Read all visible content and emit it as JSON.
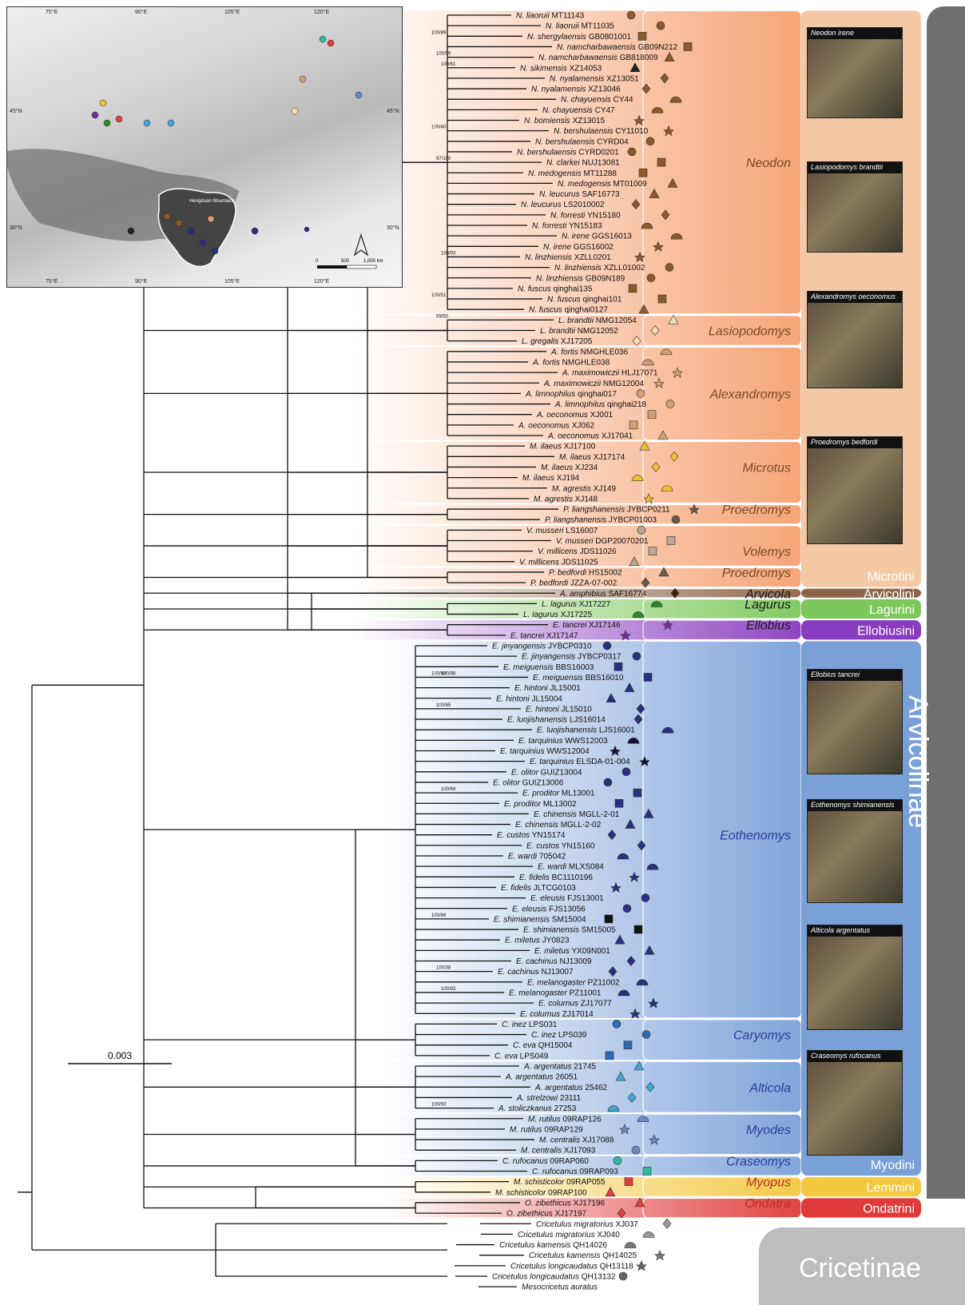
{
  "scale_bar": "0.003",
  "subfamilies": [
    "Arvicolinae",
    "Cricetinae"
  ],
  "map": {
    "lon_ticks": [
      "75°E",
      "90°E",
      "105°E",
      "120°E"
    ],
    "lat_ticks": [
      "45°N",
      "30°N"
    ],
    "region_label": "Hengduan Mountains",
    "scale_labels": [
      "0",
      "500",
      "1,000 km"
    ]
  },
  "photos": [
    "Neodon irene",
    "Lasiopodomys brandtii",
    "Alexandromys oeconomus",
    "Proedromys bedfordi",
    "Ellobius tancrei",
    "Eothenomys shimianensis",
    "Alticola argentatus",
    "Craseomys rufocanus"
  ],
  "clades": [
    {
      "genus": "Neodon",
      "color": "#f5a070"
    },
    {
      "genus": "Lasiopodomys",
      "color": "#f5a070"
    },
    {
      "genus": "Alexandromys",
      "color": "#f5a070"
    },
    {
      "genus": "Microtus",
      "color": "#f5a070"
    },
    {
      "genus": "Proedromys",
      "color": "#f5a070"
    },
    {
      "genus": "Volemys",
      "color": "#f5a070"
    },
    {
      "genus": "Proedromys",
      "color": "#f5a070"
    },
    {
      "genus": "Arvicola",
      "color": "#8d6448"
    },
    {
      "genus": "Lagurus",
      "color": "#7cc85a"
    },
    {
      "genus": "Ellobius",
      "color": "#8a3cc0"
    },
    {
      "genus": "Eothenomys",
      "color": "#7aa0d8"
    },
    {
      "genus": "Caryomys",
      "color": "#7aa0d8"
    },
    {
      "genus": "Alticola",
      "color": "#7aa0d8"
    },
    {
      "genus": "Myodes",
      "color": "#7aa0d8"
    },
    {
      "genus": "Craseomys",
      "color": "#7aa0d8"
    },
    {
      "genus": "Myopus",
      "color": "#f2c840"
    },
    {
      "genus": "Ondatra",
      "color": "#e03a3a"
    }
  ],
  "tribes": [
    "Microtini",
    "Arvicolini",
    "Lagurini",
    "Ellobiusini",
    "Myodini",
    "Lemmini",
    "Ondatrini"
  ],
  "tips": [
    [
      "N. liaoruii",
      "MT11143",
      "#8b5a2b"
    ],
    [
      "N. liaoruii",
      "MT11035",
      "#8b5a2b"
    ],
    [
      "N. shergylaensis",
      "GB0801001",
      "#8b5a2b"
    ],
    [
      "N. namcharbawaensis",
      "GB09N212",
      "#8b5a2b"
    ],
    [
      "N. namcharbawaensis",
      "GB818009",
      "#8b5a2b"
    ],
    [
      "N. sikimensis",
      "XZ14053",
      "#222222"
    ],
    [
      "N. nyalamensis",
      "XZ13051",
      "#8b5a2b"
    ],
    [
      "N. nyalamensis",
      "XZ13046",
      "#8b5a2b"
    ],
    [
      "N. chayuensis",
      "CY44",
      "#8b5a2b"
    ],
    [
      "N. chayuensis",
      "CY47",
      "#8b5a2b"
    ],
    [
      "N. bomiensis",
      "XZ13015",
      "#8b5a2b"
    ],
    [
      "N. bershulaensis",
      "CY11010",
      "#8b5a2b"
    ],
    [
      "N. bershulaensis",
      "CYRD04",
      "#8b5a2b"
    ],
    [
      "N. bershulaensis",
      "CYRD0201",
      "#8b5a2b"
    ],
    [
      "N. clarkei",
      "NUJ13081",
      "#8b5a2b"
    ],
    [
      "N. medogensis",
      "MT11288",
      "#8b5a2b"
    ],
    [
      "N. medogensis",
      "MT01009",
      "#8b5a2b"
    ],
    [
      "N. leucurus",
      "SAF16773",
      "#8b5a2b"
    ],
    [
      "N. leucurus",
      "LS2010002",
      "#8b5a2b"
    ],
    [
      "N. forresti",
      "YN15180",
      "#8b5a2b"
    ],
    [
      "N. forresti",
      "YN15183",
      "#8b5a2b"
    ],
    [
      "N. irene",
      "GGS16013",
      "#8b5a2b"
    ],
    [
      "N. irene",
      "GGS16002",
      "#8b5a2b"
    ],
    [
      "N. linzhiensis",
      "XZLL0201",
      "#8b5a2b"
    ],
    [
      "N. linzhiensis",
      "XZLL01002",
      "#8b5a2b"
    ],
    [
      "N. linzhiensis",
      "GB09N189",
      "#8b5a2b"
    ],
    [
      "N. fuscus",
      "qinghai135",
      "#8b5a2b"
    ],
    [
      "N. fuscus",
      "qinghai101",
      "#8b5a2b"
    ],
    [
      "N. fuscus",
      "qinghai0127",
      "#8b5a2b"
    ],
    [
      "L. brandtii",
      "NMG12054",
      "#f5deb3"
    ],
    [
      "L. brandtii",
      "NMG12052",
      "#f5deb3"
    ],
    [
      "L. gregalis",
      "XJ17205",
      "#f5deb3"
    ],
    [
      "A. fortis",
      "NMGHLE036",
      "#d2a070"
    ],
    [
      "A. fortis",
      "NMGHLE038",
      "#d2a070"
    ],
    [
      "A. maximowiczii",
      "HLJ17071",
      "#d2a070"
    ],
    [
      "A. maximowiczii",
      "NMG12004",
      "#d2a070"
    ],
    [
      "A. limnophilus",
      "qinghai017",
      "#d2a070"
    ],
    [
      "A. limnophilus",
      "qinghai218",
      "#d2a070"
    ],
    [
      "A. oeconomus",
      "XJ001",
      "#d2a070"
    ],
    [
      "A. oeconomus",
      "XJ062",
      "#d2a070"
    ],
    [
      "A. oeconomus",
      "XJ17041",
      "#d2a070"
    ],
    [
      "M. ilaeus",
      "XJ17100",
      "#f0c030"
    ],
    [
      "M. ilaeus",
      "XJ17174",
      "#f0c030"
    ],
    [
      "M. ilaeus",
      "XJ234",
      "#f0c030"
    ],
    [
      "M. ilaeus",
      "XJ194",
      "#f0c030"
    ],
    [
      "M. agrestis",
      "XJ149",
      "#f0c030"
    ],
    [
      "M. agrestis",
      "XJ148",
      "#f0c030"
    ],
    [
      "P. liangshanensis",
      "JYBCP0211",
      "#6b5a4a"
    ],
    [
      "P. liangshanensis",
      "JYBCP01003",
      "#6b5a4a"
    ],
    [
      "V. musseri",
      "LS16007",
      "#b8a890"
    ],
    [
      "V. musseri",
      "DGP20070201",
      "#b8a890"
    ],
    [
      "V. millicens",
      "JDS11026",
      "#b8a890"
    ],
    [
      "V. millicens",
      "JDS11025",
      "#b8a890"
    ],
    [
      "P. bedfordi",
      "HS15002",
      "#6b5a4a"
    ],
    [
      "P. bedfordi",
      "JZZA-07-002",
      "#6b5a4a"
    ],
    [
      "A. amphibius",
      "SAF16774",
      "#3a2010"
    ],
    [
      "L. lagurus",
      "XJ17227",
      "#2a8a2a"
    ],
    [
      "L. lagurus",
      "XJ17225",
      "#2a8a2a"
    ],
    [
      "E. tancrei",
      "XJ17146",
      "#7a2aa0"
    ],
    [
      "E. tancrei",
      "XJ17147",
      "#7a2aa0"
    ],
    [
      "E. jinyangensis",
      "JYBCP0310",
      "#283080"
    ],
    [
      "E. jinyangensis",
      "JYBCP0317",
      "#283080"
    ],
    [
      "E. meiguensis",
      "BBS16003",
      "#283080"
    ],
    [
      "E. meiguensis",
      "BBS16010",
      "#283080"
    ],
    [
      "E. hintoni",
      "JL15001",
      "#283080"
    ],
    [
      "E. hintoni",
      "JL15004",
      "#283080"
    ],
    [
      "E. hintoni",
      "JL15010",
      "#283080"
    ],
    [
      "E. luojishanensis",
      "LJS16014",
      "#283080"
    ],
    [
      "E. luojishanensis",
      "LJS16001",
      "#283080"
    ],
    [
      "E. tarquinius",
      "WWS12003",
      "#111133"
    ],
    [
      "E. tarquinius",
      "WWS12004",
      "#111133"
    ],
    [
      "E. tarquinius",
      "ELSDA-01-004",
      "#111133"
    ],
    [
      "E. olitor",
      "GUIZ13004",
      "#283080"
    ],
    [
      "E. olitor",
      "GUIZ13006",
      "#283080"
    ],
    [
      "E. proditor",
      "ML13001",
      "#283080"
    ],
    [
      "E. proditor",
      "ML13002",
      "#283080"
    ],
    [
      "E. chinensis",
      "MGLL-2-01",
      "#283080"
    ],
    [
      "E. chinensis",
      "MGLL-2-02",
      "#283080"
    ],
    [
      "E. custos",
      "YN15174",
      "#283080"
    ],
    [
      "E. custos",
      "YN15160",
      "#283080"
    ],
    [
      "E. wardi",
      "705042",
      "#283080"
    ],
    [
      "E. wardi",
      "MLXS084",
      "#283080"
    ],
    [
      "E. fidelis",
      "BC1110196",
      "#283080"
    ],
    [
      "E. fidelis",
      "JLTCG0103",
      "#283080"
    ],
    [
      "E. eleusis",
      "FJS13001",
      "#283080"
    ],
    [
      "E. eleusis",
      "FJS13056",
      "#283080"
    ],
    [
      "E. shimianensis",
      "SM15004",
      "#111111"
    ],
    [
      "E. shimianensis",
      "SM15005",
      "#111111"
    ],
    [
      "E. miletus",
      "JY0823",
      "#283080"
    ],
    [
      "E. miletus",
      "YX09N001",
      "#283080"
    ],
    [
      "E. cachinus",
      "NJ13009",
      "#283080"
    ],
    [
      "E. cachinus",
      "NJ13007",
      "#283080"
    ],
    [
      "E. melanogaster",
      "PZ11002",
      "#283080"
    ],
    [
      "E. melanogaster",
      "PZ11001",
      "#283080"
    ],
    [
      "E. colurnus",
      "ZJ17077",
      "#283080"
    ],
    [
      "E. colurnus",
      "ZJ17014",
      "#283080"
    ],
    [
      "C. inez",
      "LPS031",
      "#2a6ab0"
    ],
    [
      "C. inez",
      "LPS039",
      "#2a6ab0"
    ],
    [
      "C. eva",
      "QH15004",
      "#2a6ab0"
    ],
    [
      "C. eva",
      "LPS049",
      "#2a6ab0"
    ],
    [
      "A. argentatus",
      "21745",
      "#40a8d8"
    ],
    [
      "A. argentatus",
      "26051",
      "#40a8d8"
    ],
    [
      "A. argentatus",
      "25462",
      "#40a8d8"
    ],
    [
      "A. strelzowi",
      "23111",
      "#40a8d8"
    ],
    [
      "A. stoliczkanus",
      "27253",
      "#40a8d8"
    ],
    [
      "M. rutilus",
      "09RAP126",
      "#6a88c8"
    ],
    [
      "M. rutilus",
      "09RAP129",
      "#6a88c8"
    ],
    [
      "M. centralis",
      "XJ17088",
      "#6a88c8"
    ],
    [
      "M. centralis",
      "XJ17093",
      "#6a88c8"
    ],
    [
      "C. rufocanus",
      "09RAP060",
      "#30b8a0"
    ],
    [
      "C. rufocanus",
      "09RAP093",
      "#30b8a0"
    ],
    [
      "M. schisticolor",
      "09RAP055",
      "#e04040"
    ],
    [
      "M. schisticolor",
      "09RAP100",
      "#e04040"
    ],
    [
      "O. zibethicus",
      "XJ17196",
      "#e04040"
    ],
    [
      "O. zibethicus",
      "XJ17197",
      "#e04040"
    ],
    [
      "Cricetulus migratorius",
      "XJ037",
      "#999999"
    ],
    [
      "Cricetulus migratorius",
      "XJ040",
      "#999999"
    ],
    [
      "Cricetulus kamensis",
      "QH14026",
      "#777777"
    ],
    [
      "Cricetulus kamensis",
      "QH14025",
      "#777777"
    ],
    [
      "Cricetulus longicaudatus",
      "QH13118",
      "#666666"
    ],
    [
      "Cricetulus longicaudatus",
      "QH13132",
      "#666666"
    ],
    [
      "Mesocricetus auratus",
      "",
      ""
    ]
  ],
  "support_values": [
    "100/89",
    "100/99",
    "100/61",
    "100/40",
    "97/100",
    "100/93",
    "100/51",
    "59/50",
    "100/98",
    "100/98",
    "100/65",
    "100/68",
    "100/88",
    "100/38",
    "100/93",
    "100/93"
  ]
}
